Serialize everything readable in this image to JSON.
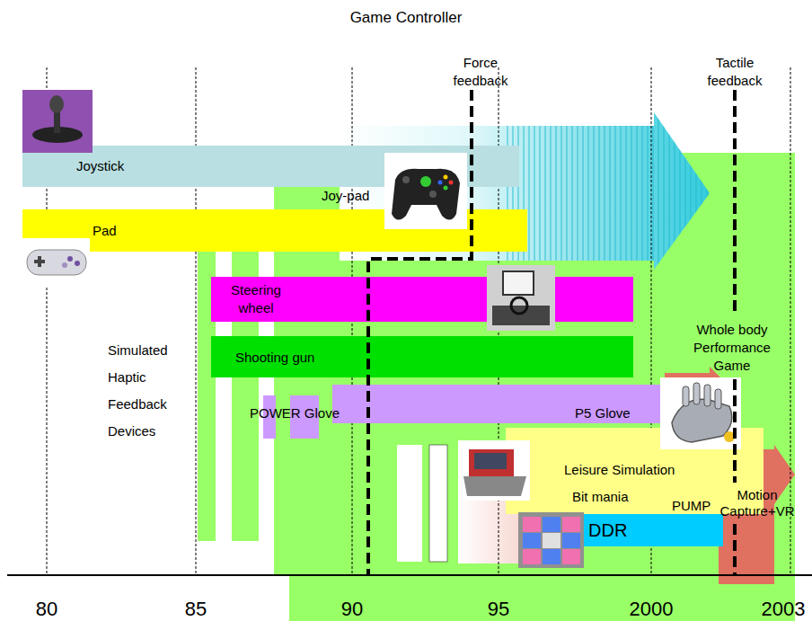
{
  "diagram": {
    "title": "Game Controller",
    "nodes": [
      {
        "text": [
          "Joystick"
        ]
      },
      {
        "text": [
          "Pad"
        ]
      },
      {
        "text": [
          "Steering wheel"
        ]
      },
      {
        "text": [
          "Shooting gun"
        ]
      },
      {
        "text": [
          "POWER Glove",
          "P5 Glove"
        ]
      },
      {
        "text": [
          "Leisure Simulation",
          "Bit mania"
        ]
      },
      {
        "text": [
          "DDR"
        ]
      }
    ],
    "labels": [
      "Force feedback",
      "Tactile feedback",
      "Joy-pad",
      "Simulated Haptic Feedback Devices",
      "Whole body Performance Game",
      "PUMP",
      "Motion Capture+VR",
      "80",
      "85",
      "90",
      "95",
      "2000",
      "2003"
    ]
  }
}
